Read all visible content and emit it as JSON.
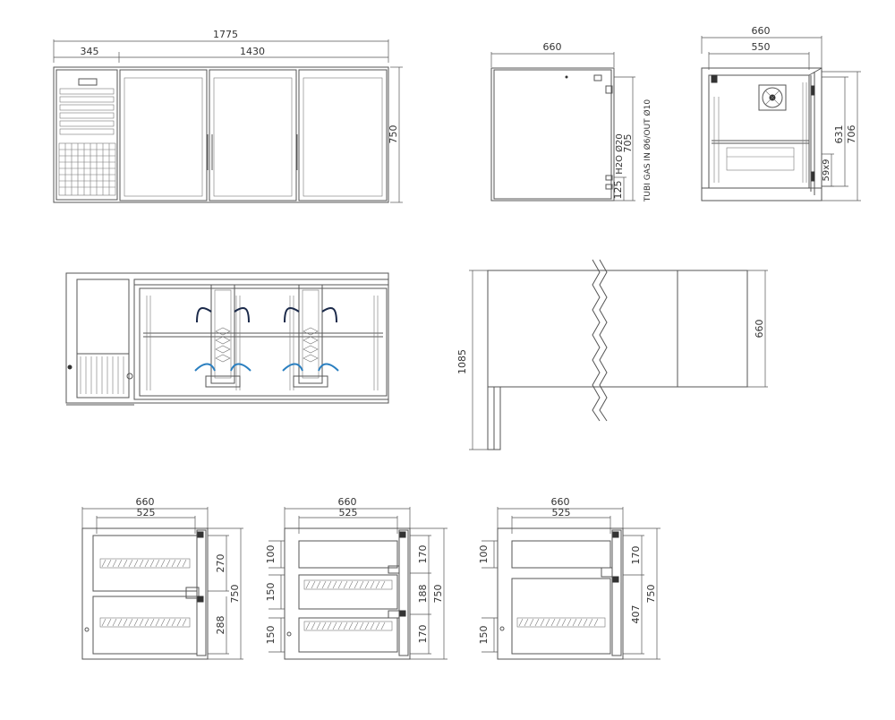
{
  "front_view": {
    "dim_total": "1775",
    "dim_left": "345",
    "dim_right": "1430",
    "dim_height": "750"
  },
  "side_view": {
    "dim_depth": "660",
    "dim_h2o": "H2O Ø20",
    "dim_705": "705",
    "dim_125": "125",
    "dim_gas": "TUBI GAS IN Ø6/OUT Ø10"
  },
  "section_view": {
    "dim_660": "660",
    "dim_550": "550",
    "dim_631": "631",
    "dim_706": "706",
    "dim_59x9": "59x9"
  },
  "top_view": {
    "dim_1085": "1085",
    "dim_660": "660"
  },
  "drawer_view_a": {
    "dim_660": "660",
    "dim_525": "525",
    "dim_270": "270",
    "dim_288": "288",
    "dim_750": "750"
  },
  "drawer_view_b": {
    "dim_660": "660",
    "dim_525": "525",
    "dim_100": "100",
    "dim_150a": "150",
    "dim_150b": "150",
    "dim_170a": "170",
    "dim_188": "188",
    "dim_170b": "170",
    "dim_750": "750"
  },
  "drawer_view_c": {
    "dim_660": "660",
    "dim_525": "525",
    "dim_100": "100",
    "dim_150": "150",
    "dim_170": "170",
    "dim_407": "407",
    "dim_750": "750"
  }
}
